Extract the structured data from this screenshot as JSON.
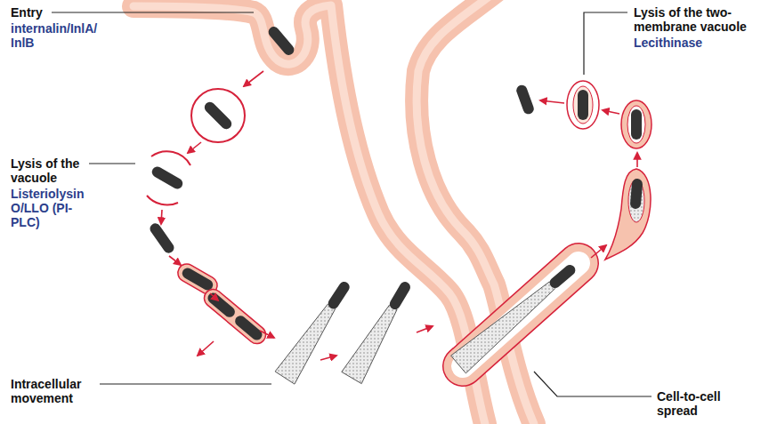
{
  "diagram": {
    "labels": [
      "Entry",
      "internalin/InlA/ InlB",
      "Lysis of the vacuole",
      "Listeriolysin O/LLO (PI-PLC)",
      "Intracellular movement",
      "Cell-to-cell spread",
      "Lysis of the two-membrane vacuole",
      "Lecithinase"
    ]
  }
}
